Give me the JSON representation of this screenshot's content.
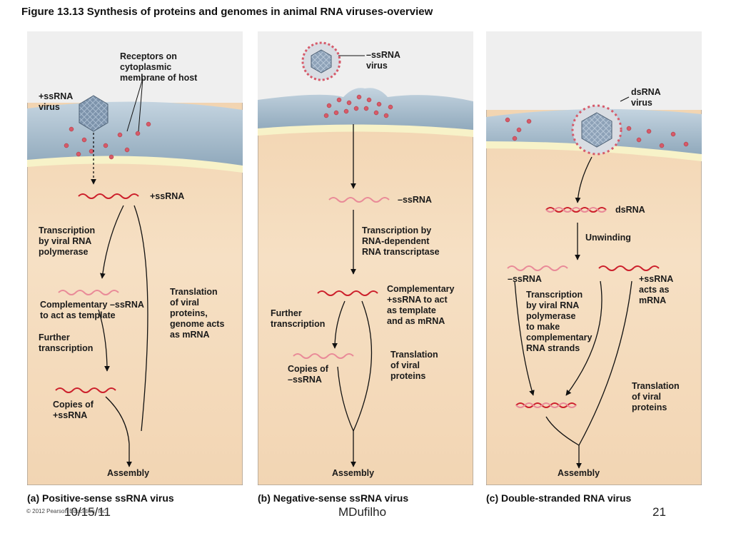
{
  "title": "Figure 13.13 Synthesis of proteins and genomes in animal RNA viruses-overview",
  "panels": {
    "a": {
      "caption": "(a) Positive-sense ssRNA virus",
      "receptors_label": "Receptors on\ncytoplasmic\nmembrane of host",
      "virus_label": "+ssRNA\nvirus",
      "genome_label": "+ssRNA",
      "transcription_label": "Transcription\nby viral RNA\npolymerase",
      "template_label": "Complementary –ssRNA\nto act as template",
      "further_label": "Further\ntranscription",
      "copies_label": "Copies of\n+ssRNA",
      "translation_label": "Translation\nof viral\nproteins,\ngenome acts\nas mRNA",
      "assembly_label": "Assembly"
    },
    "b": {
      "caption": "(b) Negative-sense ssRNA virus",
      "virus_label": "–ssRNA\nvirus",
      "genome_label": "–ssRNA",
      "transcription_label": "Transcription by\nRNA-dependent\nRNA transcriptase",
      "complementary_label": "Complementary\n+ssRNA to act\nas template\nand as mRNA",
      "further_label": "Further\ntranscription",
      "copies_label": "Copies of\n–ssRNA",
      "translation_label": "Translation\nof viral\nproteins",
      "assembly_label": "Assembly"
    },
    "c": {
      "caption": "(c) Double-stranded RNA virus",
      "virus_label": "dsRNA\nvirus",
      "genome_label": "dsRNA",
      "unwinding_label": "Unwinding",
      "neg_label": "–ssRNA",
      "pos_label": "+ssRNA\nacts as\nmRNA",
      "transcription_label": "Transcription\nby viral RNA\npolymerase\nto make\ncomplementary\nRNA strands",
      "translation_label": "Translation\nof viral\nproteins",
      "assembly_label": "Assembly"
    }
  },
  "copyright": "© 2012 Pearson Education, Inc.",
  "footer": {
    "date": "10/15/11",
    "author": "MDufilho",
    "page_number": "21"
  },
  "colors": {
    "cytoplasm": "#f3d9b8",
    "membrane": "#a9bfcf",
    "positive_rna": "#cc1f2b",
    "negative_rna": "#e98a98",
    "capsid": "#7d93ab",
    "receptor": "#d65a6a",
    "arrow": "#111111"
  }
}
